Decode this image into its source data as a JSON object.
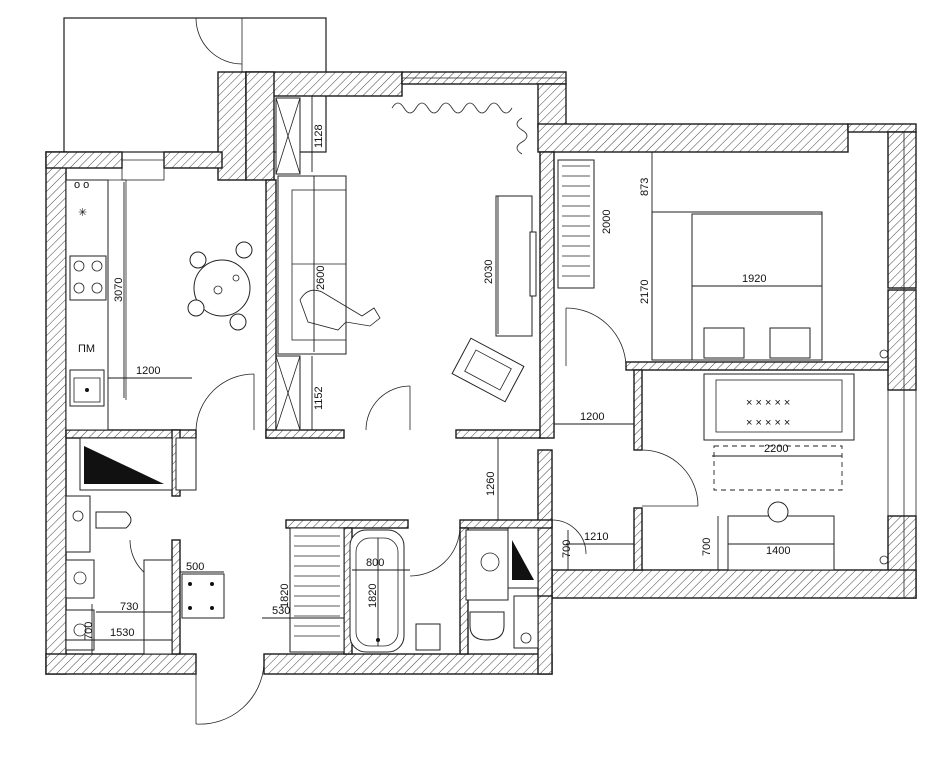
{
  "labels": {
    "appliance": "ПМ",
    "dims": {
      "d1128": "1128",
      "d2600": "2600",
      "d1152": "1152",
      "d2030": "2030",
      "d3070": "3070",
      "d1200a": "1200",
      "d873": "873",
      "d2000": "2000",
      "d2170": "2170",
      "d1920": "1920",
      "d1200b": "1200",
      "d2200": "2200",
      "d1260": "1260",
      "d1210": "1210",
      "d700a": "700",
      "d700b": "700",
      "d1400": "1400",
      "d1820a": "1820",
      "d530": "530",
      "d800": "800",
      "d1820b": "1820",
      "d500": "500",
      "d730": "730",
      "d1530": "1530",
      "d700c": "700"
    }
  }
}
